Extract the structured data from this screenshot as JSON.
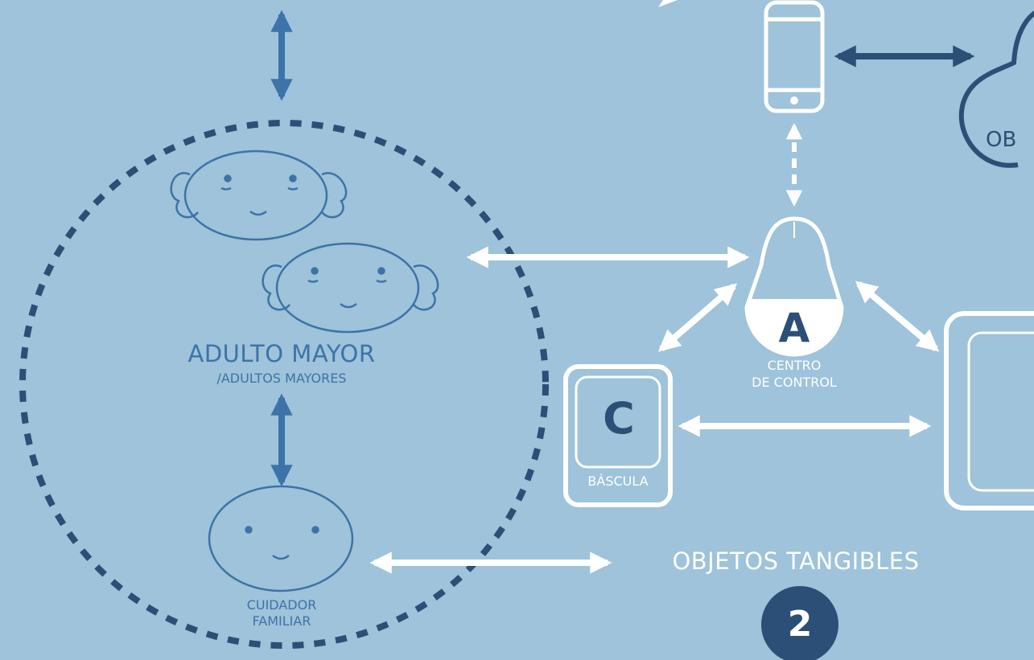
{
  "people": {
    "group_title": "ADULTO MAYOR",
    "group_subtitle": "/ADULTOS MAYORES",
    "caregiver_line1": "CUIDADOR",
    "caregiver_line2": "FAMILIAR"
  },
  "devices": {
    "control_center_letter": "A",
    "control_center_line1": "CENTRO",
    "control_center_line2": "DE CONTROL",
    "scale_letter": "C",
    "scale_label": "BÁSCULA",
    "cloud_label": "OB"
  },
  "section": {
    "title": "OBJETOS TANGIBLES",
    "number": "2"
  },
  "colors": {
    "background": "#9ec3da",
    "face_stroke": "#3d73a8",
    "dark_navy": "#2b4f77",
    "white": "#ffffff"
  }
}
